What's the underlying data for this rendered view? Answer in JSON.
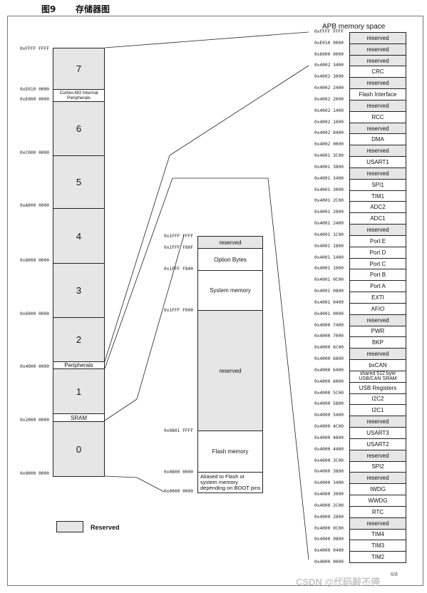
{
  "caption": {
    "fig": "图9",
    "title": "存储器图"
  },
  "apb_title": "APB memory space",
  "watermark": "CSDN @代码敲不停",
  "watermark_small": "6/8",
  "legend": {
    "label": "Reserved"
  },
  "left_map": {
    "addresses": [
      "0xFFFF FFFF",
      "0xE010 0000",
      "0xE000 0000",
      "0xC000 0000",
      "0xA000 0000",
      "0x8000 0000",
      "0x6000 0000",
      "0x4000 0000",
      "0x2000 0000",
      "0x0000 0000"
    ],
    "regions": [
      "7",
      "6",
      "5",
      "4",
      "3",
      "2",
      "1",
      "0"
    ],
    "cortex_label": "Cortex-M3 Internal Peripherals",
    "peripherals_label": "Peripherals",
    "sram_label": "SRAM"
  },
  "mid_map": {
    "addresses": [
      "0x1FFF FFFF",
      "0x1FFF F80F",
      "0x1FFF F800",
      "0x1FFF F000",
      "0x0801 FFFF",
      "0x0800 0000",
      "0x0000 0000"
    ],
    "blocks": [
      "reserved",
      "Option Bytes",
      "System memory",
      "reserved",
      "Flash memory",
      "Aliased to Flash or system memory depending on BOOT pins"
    ]
  },
  "apb_map": {
    "addresses": [
      "0xFFFF FFFF",
      "0xE010 0000",
      "0x6000 0000",
      "0x4002 3400",
      "0x4002 3000",
      "0x4002 2400",
      "0x4002 2000",
      "0x4002 1400",
      "0x4002 1000",
      "0x4002 0400",
      "0x4002 0000",
      "0x4001 3C00",
      "0x4001 3800",
      "0x4001 3400",
      "0x4001 3000",
      "0x4001 2C00",
      "0x4001 2800",
      "0x4001 2400",
      "0x4001 1C00",
      "0x4001 1800",
      "0x4001 1400",
      "0x4001 1000",
      "0x4001 0C00",
      "0x4001 0800",
      "0x4001 0400",
      "0x4001 0000",
      "0x4000 7400",
      "0x4000 7000",
      "0x4000 6C00",
      "0x4000 6800",
      "0x4000 6400",
      "0x4000 6000",
      "0x4000 5C00",
      "0x4000 5800",
      "0x4000 5400",
      "0x4000 4C00",
      "0x4000 4800",
      "0x4000 4400",
      "0x4000 3C00",
      "0x4000 3800",
      "0x4000 3400",
      "0x4000 3000",
      "0x4000 2C00",
      "0x4000 2800",
      "0x4000 0C00",
      "0x4000 0800",
      "0x4000 0400",
      "0x4000 0000"
    ],
    "blocks": [
      "reserved",
      "reserved",
      "reserved",
      "CRC",
      "reserved",
      "Flash Interface",
      "reserved",
      "RCC",
      "reserved",
      "DMA",
      "reserved",
      "USART1",
      "reserved",
      "SPI1",
      "TIM1",
      "ADC2",
      "ADC1",
      "reserved",
      "Port E",
      "Port D",
      "Port C",
      "Port B",
      "Port A",
      "EXTI",
      "AFIO",
      "reserved",
      "PWR",
      "BKP",
      "reserved",
      "bxCAN",
      "shared 512 byte USB/CAN SRAM",
      "USB Registers",
      "I2C2",
      "I2C1",
      "reserved",
      "USART3",
      "USART2",
      "reserved",
      "SPI2",
      "reserved",
      "IWDG",
      "WWDG",
      "RTC",
      "reserved",
      "TIM4",
      "TIM3",
      "TIM2"
    ]
  }
}
